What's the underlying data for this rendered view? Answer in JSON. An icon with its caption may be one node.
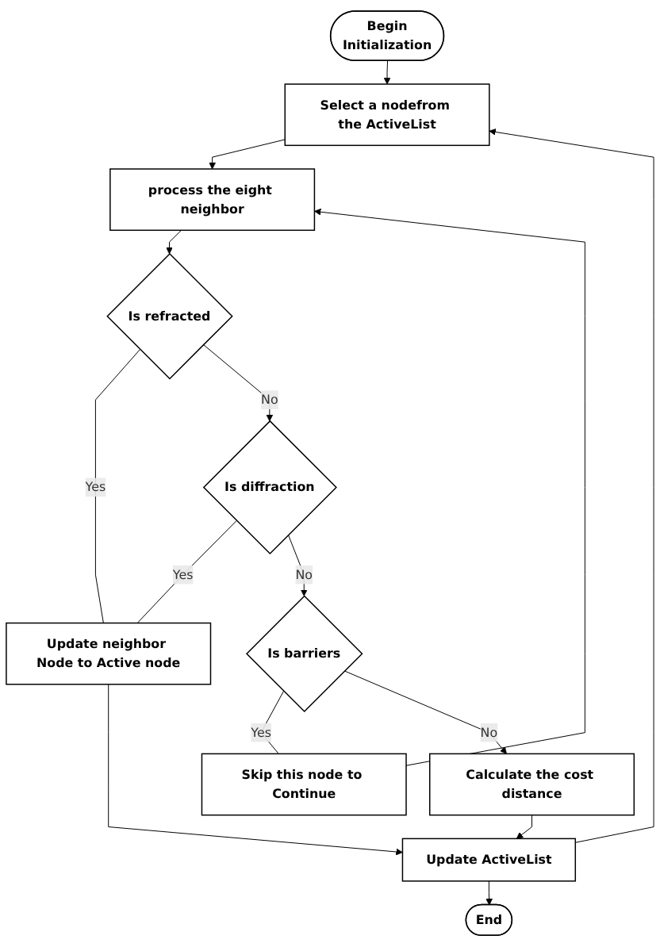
{
  "diagram": {
    "nodes": [
      {
        "text": [
          "Begin",
          "Initialization"
        ]
      },
      {
        "text": [
          "Select a nodefrom the ActiveList"
        ]
      },
      {
        "text": [
          "process the eight neighbor"
        ]
      },
      {
        "text": [
          "Is refracted"
        ]
      },
      {
        "text": [
          "Update neighbor Node to Active node"
        ]
      },
      {
        "text": [
          "Is diffraction"
        ]
      },
      {
        "text": [
          "Skip this node to Continue"
        ]
      },
      {
        "text": [
          "Is barriers"
        ]
      },
      {
        "text": [
          "Calculate the cost distance"
        ]
      },
      {
        "text": [
          "Update ActiveList"
        ]
      },
      {
        "text": [
          "End"
        ]
      }
    ],
    "edges": [
      {
        "from": 0,
        "to": 1,
        "arrow": "to"
      },
      {
        "from": 1,
        "to": 2,
        "arrow": "to"
      },
      {
        "from": 2,
        "to": 3,
        "arrow": "to"
      },
      {
        "from": 3,
        "to": 4,
        "label": "Yes",
        "arrow": "none"
      },
      {
        "from": 3,
        "to": 5,
        "label": "No",
        "arrow": "to"
      },
      {
        "from": 5,
        "to": 4,
        "label": "Yes",
        "arrow": "none"
      },
      {
        "from": 5,
        "to": 7,
        "label": "No",
        "arrow": "to"
      },
      {
        "from": 7,
        "to": 6,
        "label": "Yes",
        "arrow": "none"
      },
      {
        "from": 7,
        "to": 8,
        "label": "No",
        "arrow": "to"
      },
      {
        "from": 8,
        "to": 9,
        "arrow": "to"
      },
      {
        "from": 4,
        "to": 9,
        "arrow": "to"
      },
      {
        "from": 9,
        "to": 10,
        "arrow": "to"
      },
      {
        "from": 9,
        "to": 1,
        "arrow": "to"
      },
      {
        "from": 6,
        "to": 2,
        "arrow": "to"
      }
    ]
  }
}
